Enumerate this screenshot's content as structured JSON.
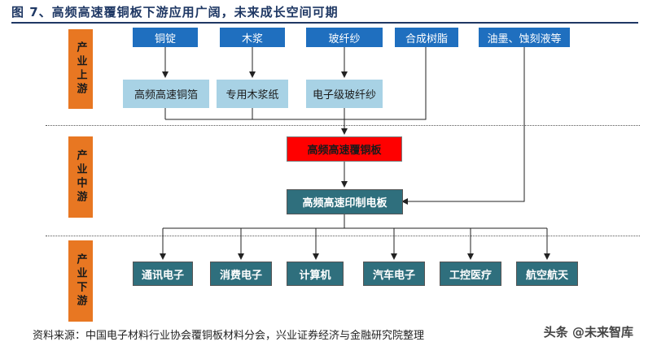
{
  "title": "图 7、高频高速覆铜板下游应用广阔，未来成长空间可期",
  "stages": {
    "upstream": "产业上游",
    "midstream": "产业中游",
    "downstream": "产业下游"
  },
  "upstream": {
    "raw": [
      "铜锭",
      "木浆",
      "玻纤纱",
      "合成树脂",
      "油墨、蚀刻液等"
    ],
    "processed": [
      "高频高速铜箔",
      "专用木浆纸",
      "电子级玻纤纱"
    ]
  },
  "midstream": {
    "ccl": "高频高速覆铜板",
    "pcb": "高频高速印制电板"
  },
  "downstream": [
    "通讯电子",
    "消费电子",
    "计算机",
    "汽车电子",
    "工控医疗",
    "航空航天"
  ],
  "source": "资料来源：中国电子材料行业协会覆铜板材料分会，兴业证券经济与金融研究院整理",
  "watermark": "头条 @未来智库",
  "colors": {
    "stage": "#e87722",
    "raw": "#1f6fbf",
    "processed": "#a8d2e5",
    "ccl": "#ff0000",
    "pcb": "#2f6f7d",
    "downstream": "#2f6f7d",
    "title": "#1f3864"
  }
}
